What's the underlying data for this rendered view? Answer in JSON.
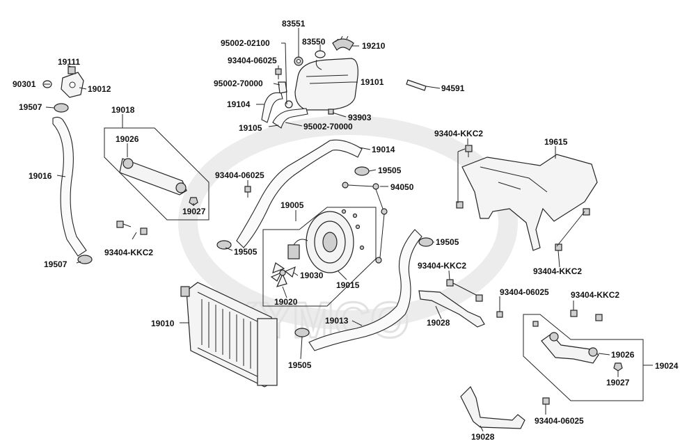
{
  "diagram": {
    "watermark": "KYMCO",
    "labels": {
      "l83551": "83551",
      "l95002_02100": "95002-02100",
      "l83550": "83550",
      "l19210": "19210",
      "l93404_06025_a": "93404-06025",
      "l19111": "19111",
      "l90301": "90301",
      "l19012": "19012",
      "l95002_70000_a": "95002-70000",
      "l19101": "19101",
      "l94591": "94591",
      "l19507_a": "19507",
      "l19104": "19104",
      "l93903": "93903",
      "l19105": "19105",
      "l95002_70000_b": "95002-70000",
      "l19018": "19018",
      "l93404_KKC2_a": "93404-KKC2",
      "l19615": "19615",
      "l19026_a": "19026",
      "l19014": "19014",
      "l19016": "19016",
      "l93404_06025_b": "93404-06025",
      "l19505_a": "19505",
      "l94050": "94050",
      "l19005": "19005",
      "l19027_a": "19027",
      "l93404_KKC2_b": "93404-KKC2",
      "l19505_b": "19505",
      "l19505_c": "19505",
      "l19507_b": "19507",
      "l93404_KKC2_c": "93404-KKC2",
      "l93404_KKC2_d": "93404-KKC2",
      "l19030": "19030",
      "l19015": "19015",
      "l93404_06025_c": "93404-06025",
      "l93404_KKC2_e": "93404-KKC2",
      "l19020": "19020",
      "l19010": "19010",
      "l19013": "19013",
      "l19028_a": "19028",
      "l19026_b": "19026",
      "l19024": "19024",
      "l19505_d": "19505",
      "l19027_b": "19027",
      "l93404_06025_d": "93404-06025",
      "l19028_b": "19028"
    }
  }
}
